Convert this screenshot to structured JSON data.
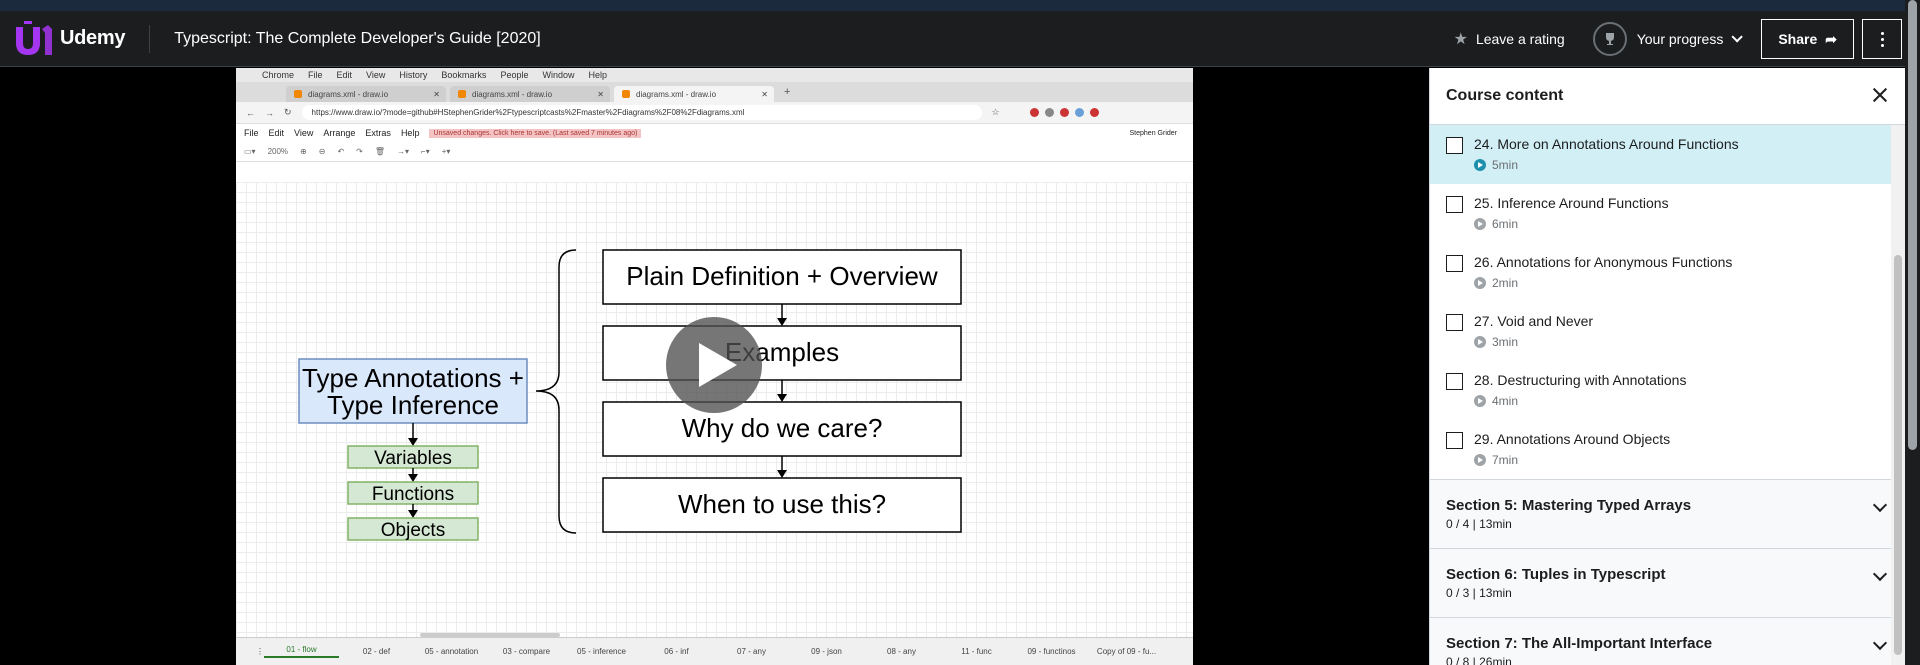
{
  "header": {
    "brand": "Udemy",
    "course_title": "Typescript: The Complete Developer's Guide [2020]",
    "rating_label": "Leave a rating",
    "progress_label": "Your progress",
    "share_label": "Share"
  },
  "video": {
    "mac_menu": [
      "Chrome",
      "File",
      "Edit",
      "View",
      "History",
      "Bookmarks",
      "People",
      "Window",
      "Help"
    ],
    "browser_tabs": [
      "diagrams.xml - draw.io",
      "diagrams.xml - draw.io",
      "diagrams.xml - draw.io"
    ],
    "url": "https://www.draw.io/?mode=github#HStephenGrider%2Ftypescriptcasts%2Fmaster%2Fdiagrams%2F08%2Fdiagrams.xml",
    "drawio_menu": [
      "File",
      "Edit",
      "View",
      "Arrange",
      "Extras",
      "Help"
    ],
    "unsaved_notice": "Unsaved changes. Click here to save. (Last saved 7 minutes ago)",
    "user_name": "Stephen Grider",
    "zoom": "200%",
    "diagram": {
      "left_box": [
        "Type Annotations +",
        "Type Inference"
      ],
      "left_items": [
        "Variables",
        "Functions",
        "Objects"
      ],
      "right_boxes": [
        "Plain Definition + Overview",
        "Examples",
        "Why do we care?",
        "When to use this?"
      ]
    },
    "page_tabs": [
      "01 - flow",
      "02 - def",
      "05 - annotation",
      "03 - compare",
      "05 - inference",
      "06 - inf",
      "07 - any",
      "09 - json",
      "08 - any",
      "11 - func",
      "09 - functinos",
      "Copy of 09 - fu..."
    ]
  },
  "sidebar": {
    "title": "Course content",
    "lectures": [
      {
        "title": "24. More on Annotations Around Functions",
        "duration": "5min"
      },
      {
        "title": "25. Inference Around Functions",
        "duration": "6min"
      },
      {
        "title": "26. Annotations for Anonymous Functions",
        "duration": "2min"
      },
      {
        "title": "27. Void and Never",
        "duration": "3min"
      },
      {
        "title": "28. Destructuring with Annotations",
        "duration": "4min"
      },
      {
        "title": "29. Annotations Around Objects",
        "duration": "7min"
      }
    ],
    "sections": [
      {
        "title": "Section 5: Mastering Typed Arrays",
        "meta": "0 / 4 | 13min"
      },
      {
        "title": "Section 6: Tuples in Typescript",
        "meta": "0 / 3 | 13min"
      },
      {
        "title": "Section 7: The All-Important Interface",
        "meta": "0 / 8 | 26min"
      }
    ]
  },
  "colors": {
    "header_bg": "#1c1d1f",
    "brand_red": "#a435f0",
    "current_lecture_bg": "#d1eff5",
    "section_bg": "#f7f9fa"
  }
}
